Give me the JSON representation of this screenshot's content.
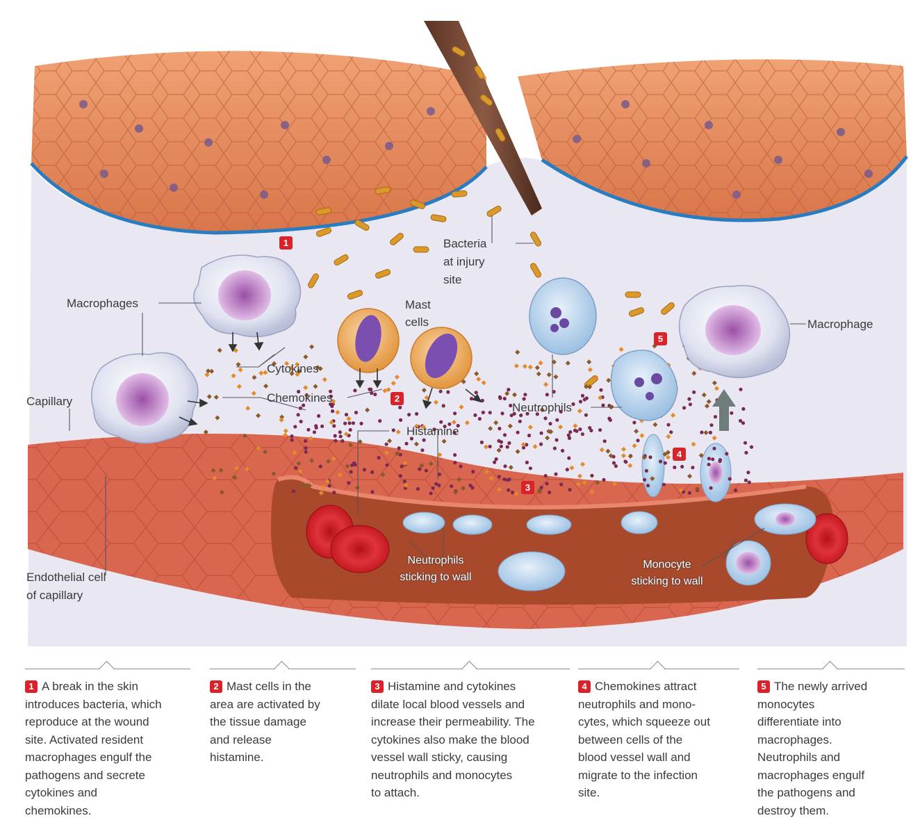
{
  "labels": {
    "bacteria": [
      "Bacteria",
      "at  injury",
      "site"
    ],
    "macrophages": "Macrophages",
    "mast_cells": [
      "Mast",
      "cells"
    ],
    "cytokines": "Cytokines",
    "chemokines": "Chemokines",
    "capillary": "Capillary",
    "histamine": "Histamine",
    "neutrophils": "Neutrophils",
    "macrophage": "Macrophage",
    "endothelial": [
      "Endothelial cell",
      "of capillary"
    ],
    "neutrophils_wall": [
      "Neutrophils",
      "sticking to wall"
    ],
    "monocyte_wall": [
      "Monocyte",
      "sticking to wall"
    ]
  },
  "markers": [
    "1",
    "2",
    "3",
    "4",
    "5"
  ],
  "steps": [
    {
      "num": "1",
      "lines": [
        "A break in the skin",
        "introduces bacteria, which",
        "reproduce at the wound",
        "site. Activated resident",
        "macrophages engulf the",
        "pathogens and secrete",
        "cytokines and",
        "chemokines."
      ]
    },
    {
      "num": "2",
      "lines": [
        "Mast cells in the",
        "area are activated by",
        "the tissue damage",
        "and  release",
        "histamine."
      ]
    },
    {
      "num": "3",
      "lines": [
        "Histamine and cytokines",
        "dilate local blood vessels and",
        "increase their permeability. The",
        "cytokines also make the blood",
        "vessel wall sticky, causing",
        "neutrophils and monocytes",
        "to attach."
      ]
    },
    {
      "num": "4",
      "lines": [
        "Chemokines attract",
        "neutrophils and mono-",
        "cytes, which squeeze out",
        "between cells of the",
        "blood  vessel wall and",
        "migrate to  the infection",
        "site."
      ]
    },
    {
      "num": "5",
      "lines": [
        "The newly arrived",
        "monocytes",
        "differentiate  into",
        "macrophages.",
        "Neutrophils and",
        "macrophages engulf",
        "the pathogens and",
        "destroy them."
      ]
    }
  ],
  "colors": {
    "skin": "#e08a5c",
    "skin_dark": "#b9542f",
    "membrane": "#2a7cc0",
    "tissue": "#e9e7f1",
    "vessel": "#d9664f",
    "vessel_inner": "#a9492c",
    "marker": "#d8232a"
  }
}
